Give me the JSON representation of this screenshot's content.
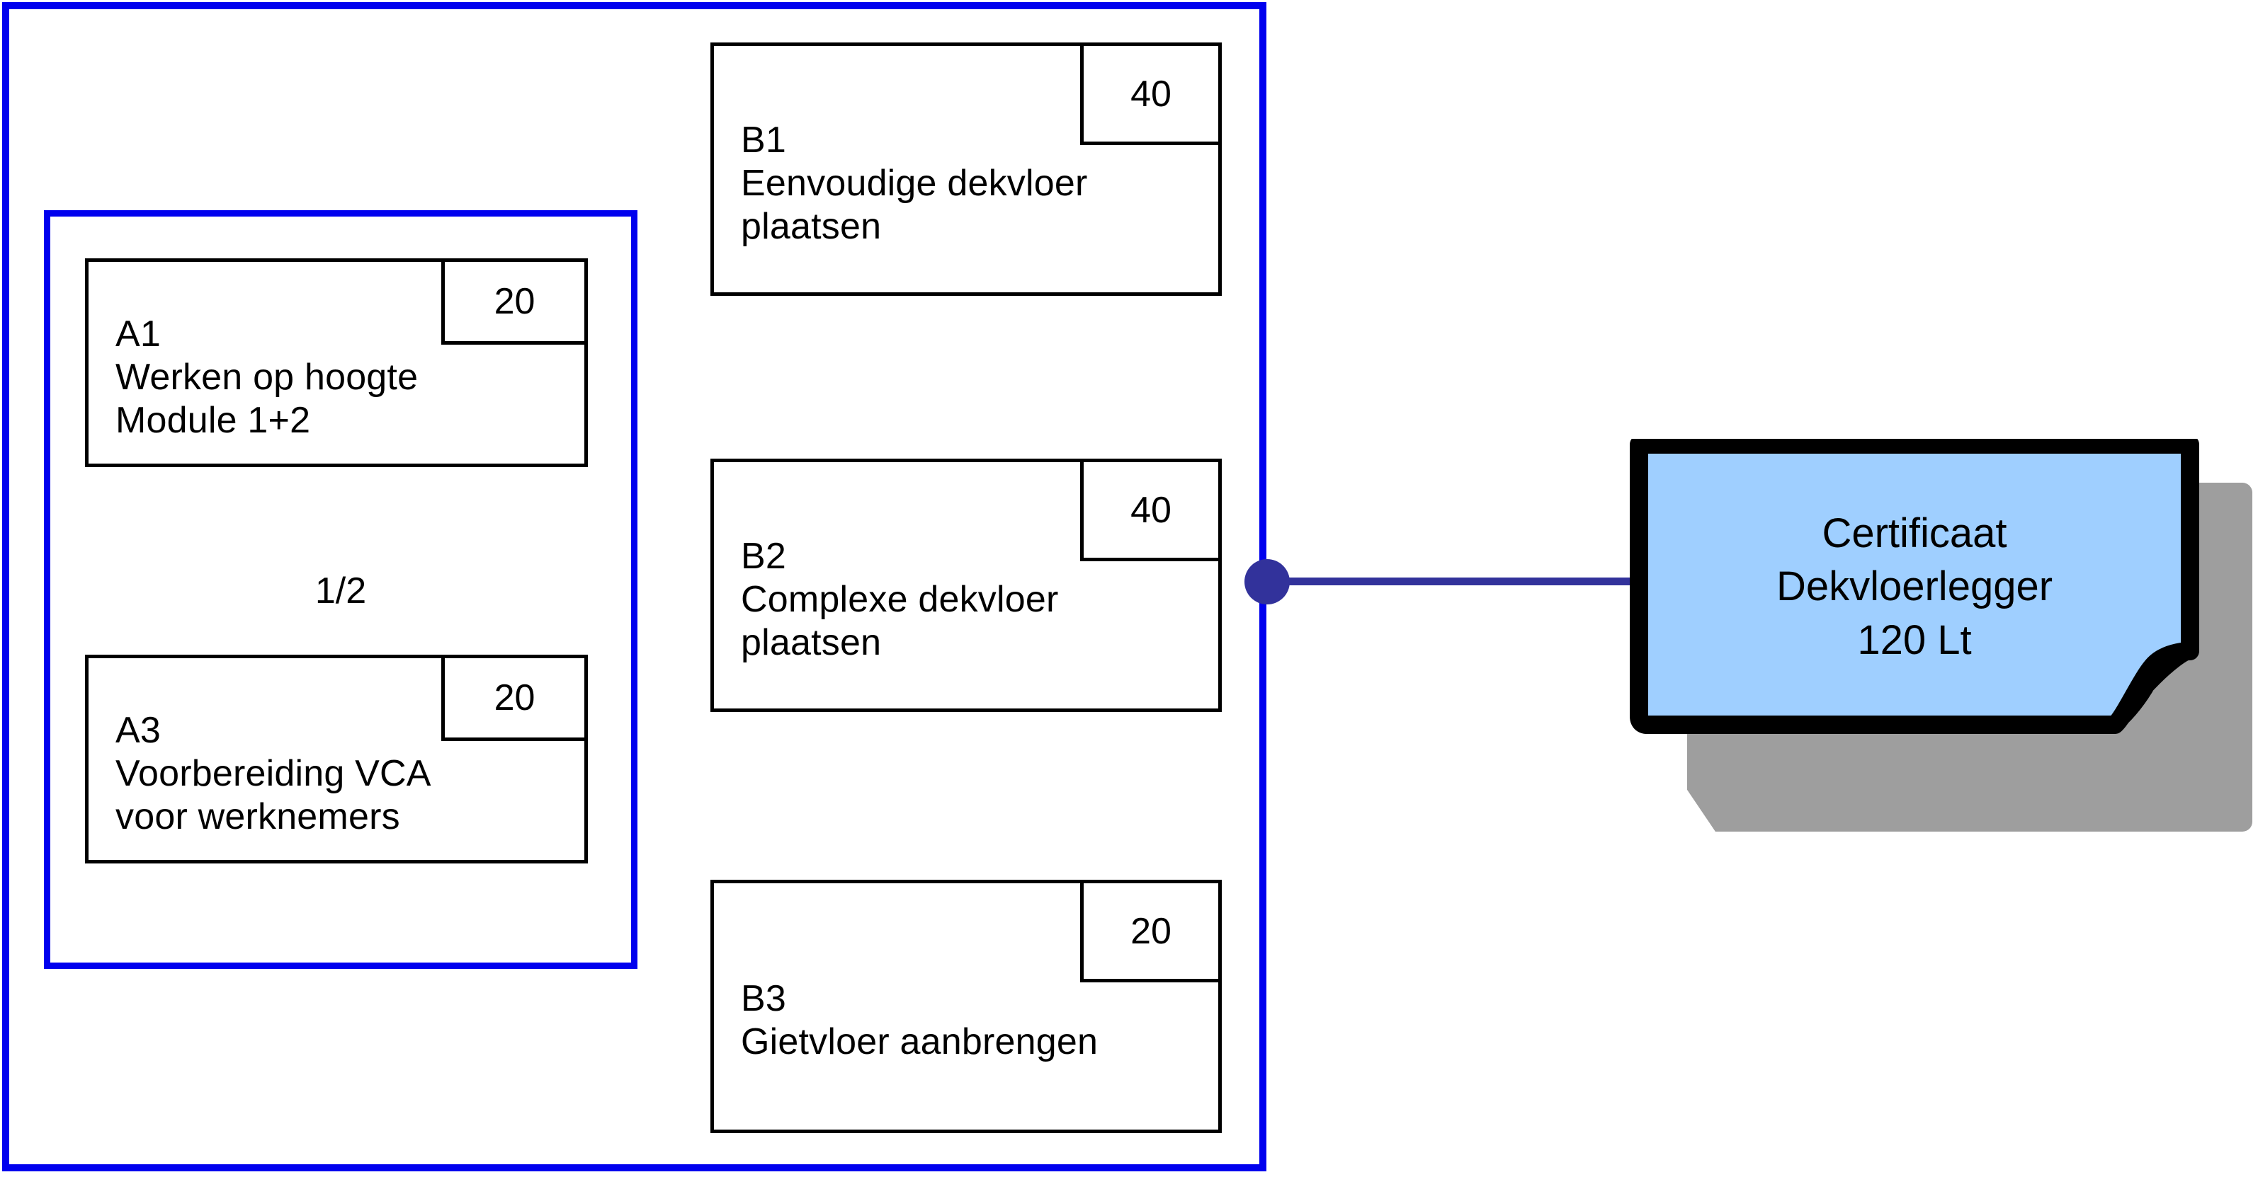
{
  "diagram": {
    "title": "Certificaat Dekvloerlegger competentiediagram",
    "colors": {
      "group_border": "#0000EE",
      "box_border": "#000000",
      "connector": "#32329B",
      "certificate_fill": "#9FCFFF",
      "certificate_border": "#000000",
      "certificate_shadow": "#9E9E9E",
      "fold_fill": "#0000FF"
    },
    "group_outer": {
      "name": "outer-competence-group"
    },
    "group_inner": {
      "name": "inner-a-group",
      "fraction_label": "1/2"
    },
    "tasks_a": [
      {
        "code": "A1",
        "title": "Werken op hoogte\nModule 1+2",
        "count": "20"
      },
      {
        "code": "A3",
        "title": "Voorbereiding VCA\nvoor werknemers",
        "count": "20"
      }
    ],
    "tasks_b": [
      {
        "code": "B1",
        "title": "Eenvoudige dekvloer\nplaatsen",
        "count": "40"
      },
      {
        "code": "B2",
        "title": "Complexe dekvloer\nplaatsen",
        "count": "40"
      },
      {
        "code": "B3",
        "title": "Gietvloer aanbrengen",
        "count": "20"
      }
    ],
    "certificate": {
      "label": "Certificaat\nDekvloerlegger\n120 Lt"
    }
  }
}
